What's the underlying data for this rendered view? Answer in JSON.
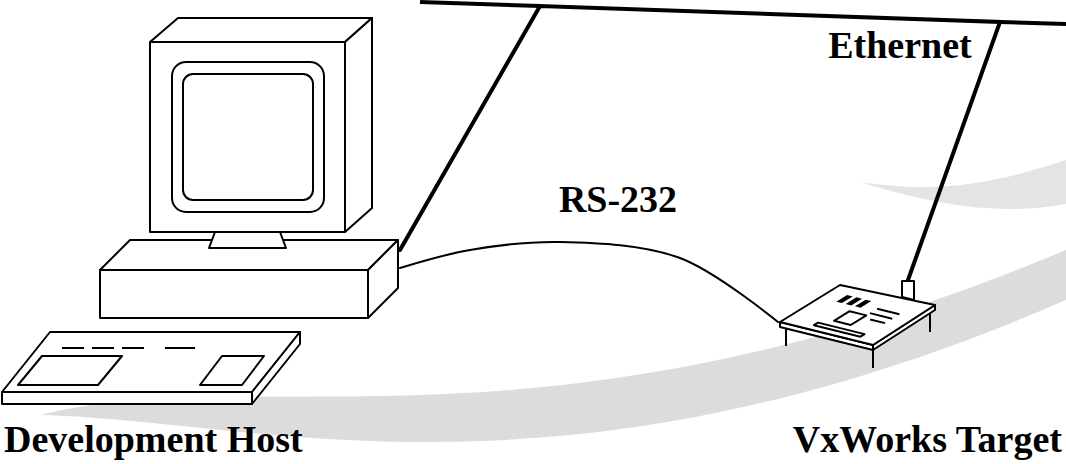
{
  "diagram": {
    "nodes": [
      {
        "text": [
          "Development Host"
        ]
      },
      {
        "text": [
          "VxWorks Target"
        ]
      }
    ],
    "edges": [
      {
        "from": 0,
        "to": 1,
        "arrow": "none",
        "label": "Ethernet"
      },
      {
        "from": 0,
        "to": 1,
        "arrow": "none",
        "label": "RS-232"
      }
    ]
  }
}
